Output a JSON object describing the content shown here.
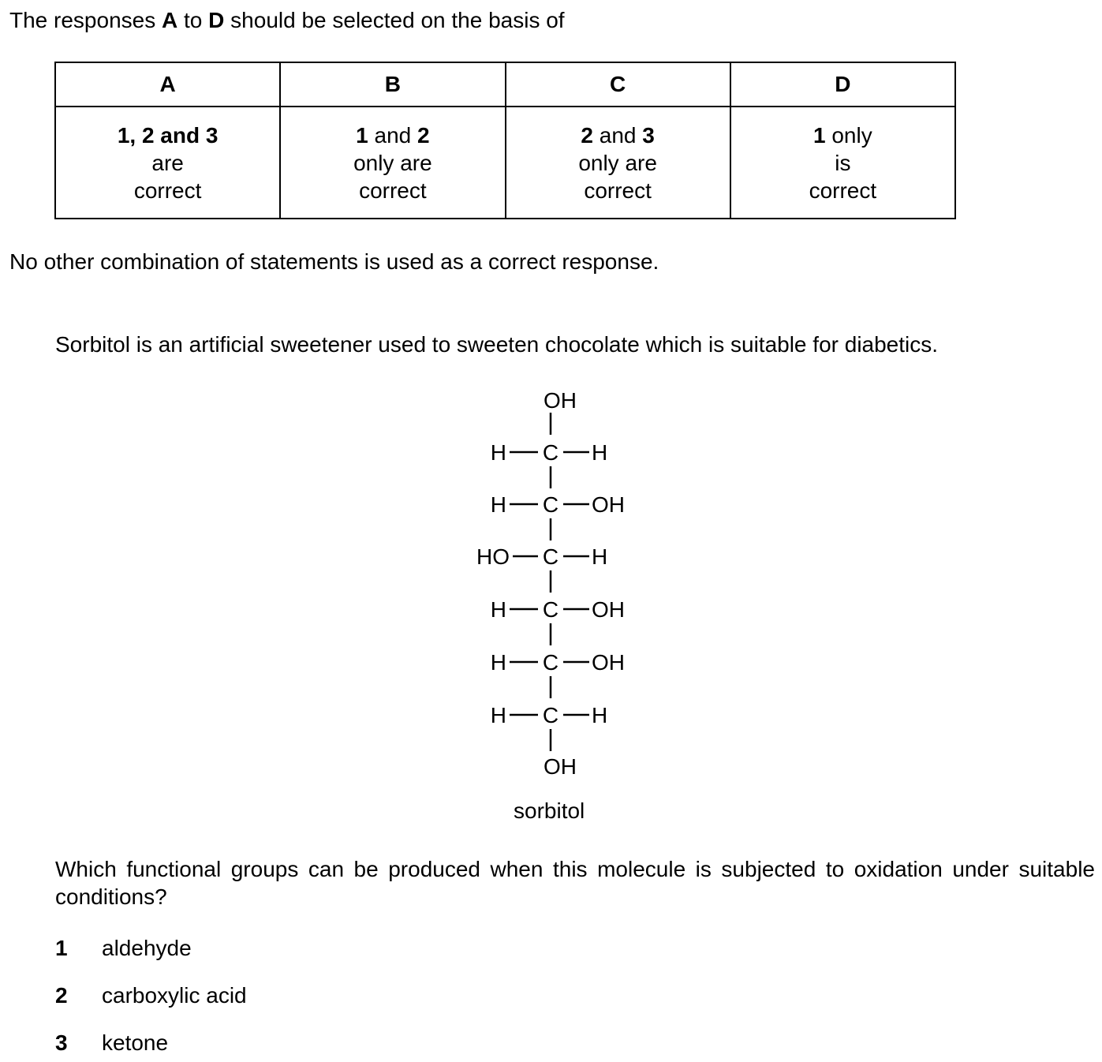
{
  "intro": {
    "prefix": "The responses ",
    "letter_a": "A",
    "middle": " to ",
    "letter_d": "D",
    "suffix": " should be selected on the basis of"
  },
  "key_table": {
    "headers": [
      "A",
      "B",
      "C",
      "D"
    ],
    "cells": [
      [
        "1, 2 and 3",
        "are",
        "correct"
      ],
      [
        "1 and 2",
        "only are",
        "correct"
      ],
      [
        "2 and 3",
        "only are",
        "correct"
      ],
      [
        "1 only",
        "is",
        "correct"
      ]
    ]
  },
  "note": "No other combination of statements is used as a correct response.",
  "stem": "Sorbitol is an artificial sweetener used to sweeten chocolate which is suitable for diabetics.",
  "molecule": {
    "top_group": "OH",
    "carbon": "C",
    "rows": [
      {
        "left": "H",
        "right": "H"
      },
      {
        "left": "H",
        "right": "OH"
      },
      {
        "left": "HO",
        "right": "H"
      },
      {
        "left": "H",
        "right": "OH"
      },
      {
        "left": "H",
        "right": "OH"
      },
      {
        "left": "H",
        "right": "H"
      }
    ],
    "bottom_group": "OH",
    "caption": "sorbitol"
  },
  "question": "Which functional groups can be produced when this molecule is subjected to oxidation under suitable conditions?",
  "options": [
    {
      "number": "1",
      "text": "aldehyde"
    },
    {
      "number": "2",
      "text": "carboxylic acid"
    },
    {
      "number": "3",
      "text": "ketone"
    }
  ]
}
